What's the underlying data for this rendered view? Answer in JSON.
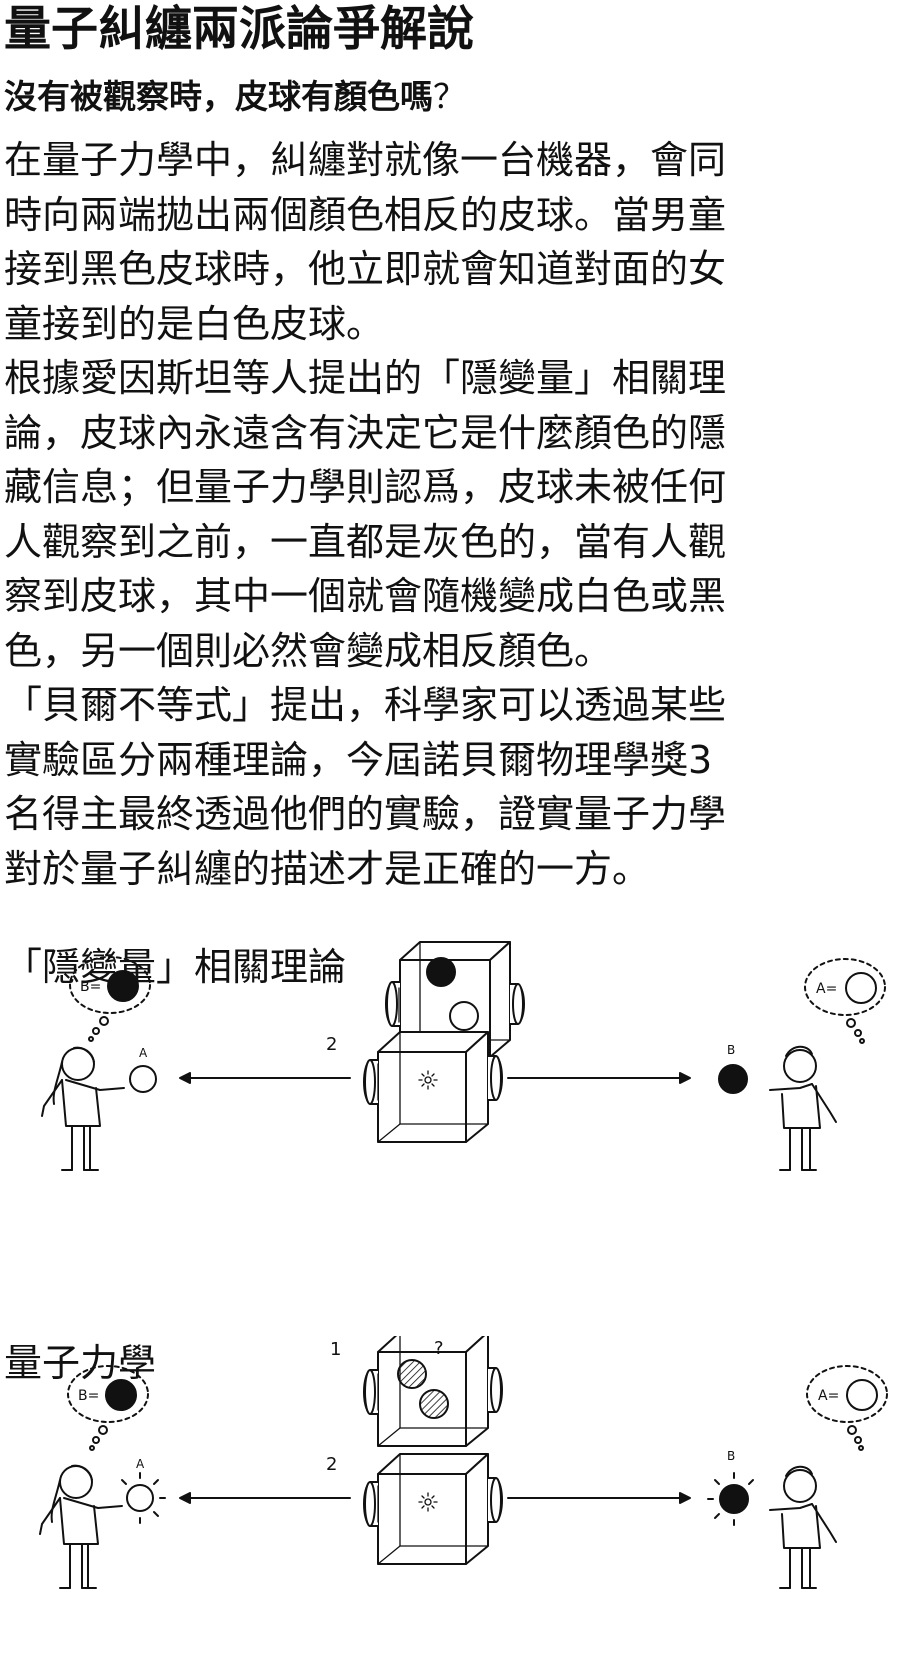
{
  "title": "量子糾纏兩派論爭解說",
  "subtitle": {
    "text": "沒有被觀察時，皮球有顏色嗎",
    "mark": "？"
  },
  "body_lines": [
    "在量子力學中，糾纏對就像一台機器，會同",
    "時向兩端拋出兩個顏色相反的皮球。當男童",
    "接到黑色皮球時，他立即就會知道對面的女",
    "童接到的是白色皮球。",
    "根據愛因斯坦等人提出的「隱變量」相關理",
    "論，皮球內永遠含有決定它是什麼顏色的隱",
    "藏信息；但量子力學則認爲，皮球未被任何",
    "人觀察到之前，一直都是灰色的，當有人觀",
    "察到皮球，其中一個就會隨機變成白色或黑",
    "色，另一個則必然會變成相反顏色。",
    "「貝爾不等式」提出，科學家可以透過某些",
    "實驗區分兩種理論，今屆諾貝爾物理學獎3",
    "名得主最終透過他們的實驗，證實量子力學",
    "對於量子糾纏的描述才是正確的一方。"
  ],
  "diagrams": {
    "hidden_variable": {
      "label": "「隱變量」相關理論",
      "step_label": "2",
      "left_bubble": "B=",
      "right_bubble": "A=",
      "left_ball_label": "A",
      "right_ball_label": "B"
    },
    "quantum": {
      "label": "量子力學",
      "step1_label": "1",
      "question_mark": "?",
      "step_label": "2",
      "left_bubble": "B=",
      "right_bubble": "A=",
      "left_ball_label": "A",
      "right_ball_label": "B"
    }
  }
}
